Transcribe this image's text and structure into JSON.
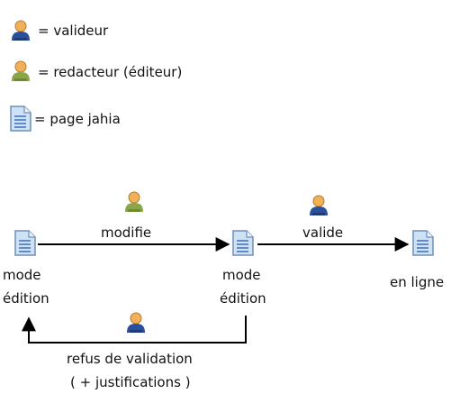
{
  "legend": {
    "items": [
      {
        "icon": "validator-user-icon",
        "text": "=  valideur"
      },
      {
        "icon": "editor-user-icon",
        "text": "= redacteur (éditeur)"
      },
      {
        "icon": "page-document-icon",
        "text": "= page jahia"
      }
    ]
  },
  "flow": {
    "node1": {
      "line1": "mode",
      "line2": "édition"
    },
    "node2": {
      "line1": "mode",
      "line2": "édition"
    },
    "node3": {
      "label": "en ligne"
    },
    "edge_modify": {
      "label": "modifie",
      "actor_icon": "editor-user-icon"
    },
    "edge_validate": {
      "label": "valide",
      "actor_icon": "validator-user-icon"
    },
    "edge_reject": {
      "line1": "refus de validation",
      "line2": "( + justifications )",
      "actor_icon": "validator-user-icon"
    }
  },
  "colors": {
    "validator_shirt": "#2a4f9b",
    "editor_shirt": "#8ba54a",
    "person_head": "#f1b15a",
    "page_fill": "#cfe2f4",
    "page_lines": "#3d6fb6"
  }
}
